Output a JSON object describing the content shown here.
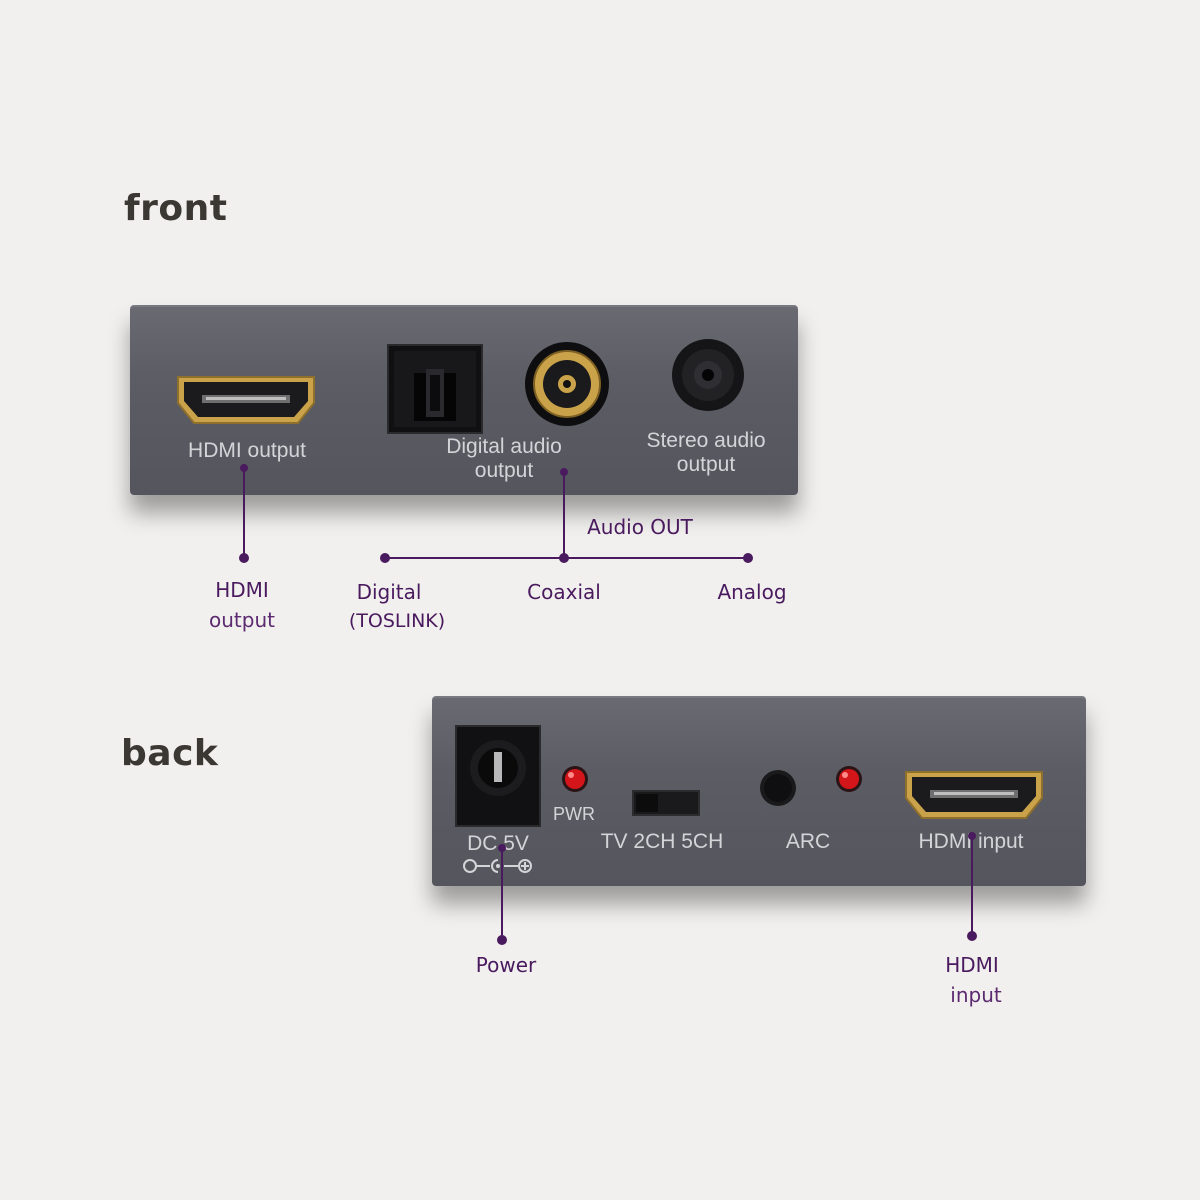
{
  "headings": {
    "front": "front",
    "back": "back"
  },
  "front_panel": {
    "hdmi_output_print": "HDMI output",
    "digital_audio_print_line1": "Digital audio",
    "digital_audio_print_line2": "output",
    "stereo_audio_print_line1": "Stereo audio",
    "stereo_audio_print_line2": "output"
  },
  "back_panel": {
    "dc_print": "DC 5V",
    "pwr_print": "PWR",
    "mode_print": "TV 2CH 5CH",
    "arc_print": "ARC",
    "hdmi_input_print": "HDMI input"
  },
  "callouts": {
    "hdmi_output_line1": "HDMI",
    "hdmi_output_line2": "output",
    "audio_out": "Audio OUT",
    "digital_line1": "Digital",
    "digital_line2": "(TOSLINK)",
    "coaxial": "Coaxial",
    "analog": "Analog",
    "power": "Power",
    "hdmi_input_line1": "HDMI",
    "hdmi_input_line2": "input"
  },
  "colors": {
    "background": "#f1f0ee",
    "panel": "#5c5c64",
    "callout_line": "#4a1a5e",
    "led": "#d4161b",
    "gold": "#c9a24a"
  },
  "icons": [
    "hdmi-port-icon",
    "toslink-port-icon",
    "rca-jack-icon",
    "headphone-jack-icon",
    "dc-jack-icon",
    "led-icon",
    "slide-switch-icon",
    "push-button-icon"
  ]
}
